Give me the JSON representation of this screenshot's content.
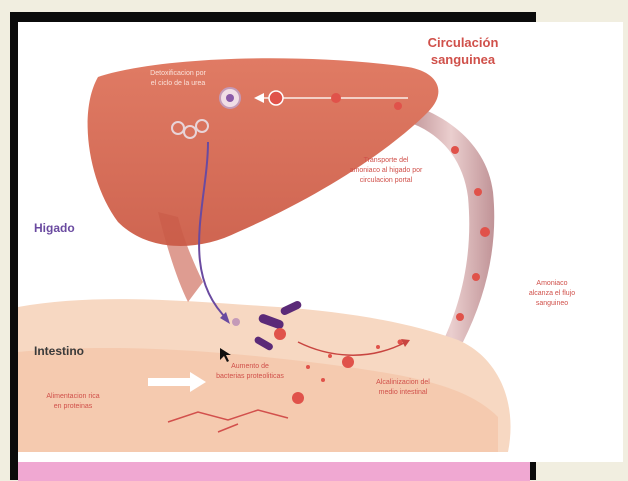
{
  "labels": {
    "circulation_line1": "Circulación",
    "circulation_line2": "sanguinea",
    "liver": "Higado",
    "intestine": "Intestino",
    "urea_line1": "Detoxificacion por",
    "urea_line2": "el ciclo de la urea",
    "transport_line1": "Transporte del",
    "transport_line2": "amoniaco al higado por",
    "transport_line3": "circulacion portal",
    "ammonia_line1": "Amoniaco",
    "ammonia_line2": "alcanza el flujo",
    "ammonia_line3": "sanguineo",
    "bacteria_line1": "Aumento de",
    "bacteria_line2": "bacterias proteoliticas",
    "alkaline_line1": "Alcalinizacion del",
    "alkaline_line2": "medio intestinal",
    "diet_line1": "Alimentacion rica",
    "diet_line2": "en proteinas"
  },
  "colors": {
    "liver": "#d9705a",
    "red_label": "#d0504a",
    "purple_label": "#6a4aa0",
    "intestine": "#f6d2b8",
    "vessel": "#cfa7a9",
    "bacteria": "#5b2a78"
  }
}
